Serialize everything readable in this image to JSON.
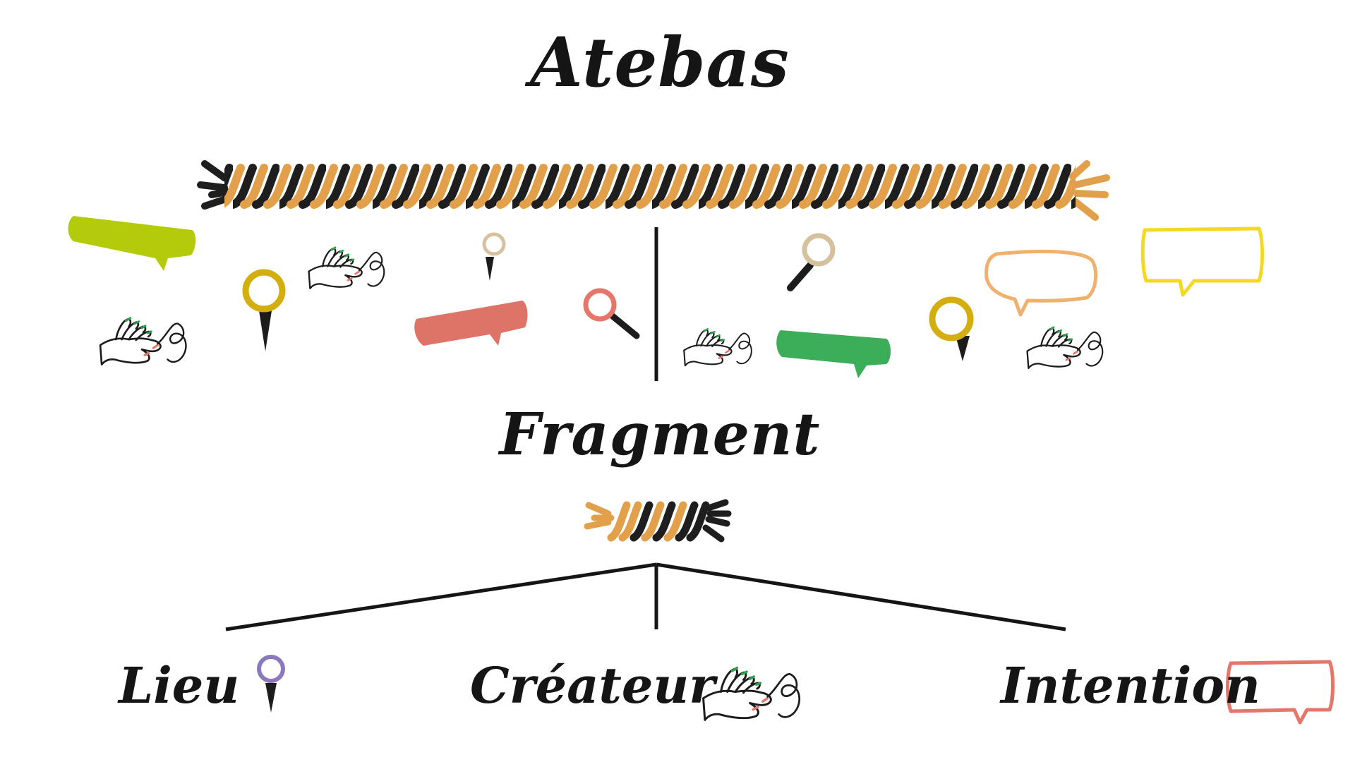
{
  "title": "Atebas",
  "subtitle": "Fragment",
  "leaves": [
    {
      "label": "Lieu",
      "icon": "map-pin-icon",
      "color": "#8c78bd"
    },
    {
      "label": "Créateur",
      "icon": "hand-icon",
      "color": "#1c1c1c"
    },
    {
      "label": "Intention",
      "icon": "speech-bubble-icon",
      "color": "#e4766a"
    }
  ],
  "colors": {
    "rope_dark": "#1e1e1e",
    "rope_orange": "#e2a04b",
    "lime": "#b4cb0c",
    "salmon": "#de7468",
    "green": "#3cae5a",
    "peach": "#f0b06e",
    "yellow": "#f3d825",
    "gold_pin": "#d4ad0e",
    "beige_pin": "#d5c19e",
    "purple_pin": "#8c78bd"
  }
}
